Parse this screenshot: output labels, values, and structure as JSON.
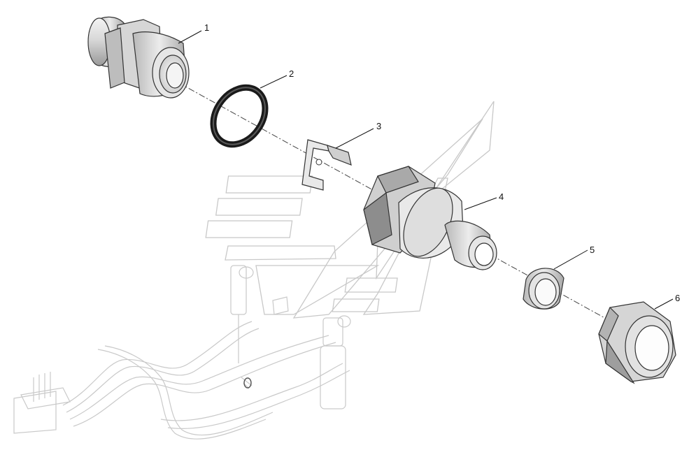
{
  "callouts": [
    {
      "id": "1",
      "label": "1"
    },
    {
      "id": "2",
      "label": "2"
    },
    {
      "id": "3",
      "label": "3"
    },
    {
      "id": "4",
      "label": "4"
    },
    {
      "id": "5",
      "label": "5"
    },
    {
      "id": "6",
      "label": "6"
    }
  ],
  "colors": {
    "part_light": "#e9e9e9",
    "part_mid": "#cfcfcf",
    "part_dark": "#8d8d8d",
    "ring": "#1a1a1a",
    "watermark": "#c8c8c8"
  }
}
